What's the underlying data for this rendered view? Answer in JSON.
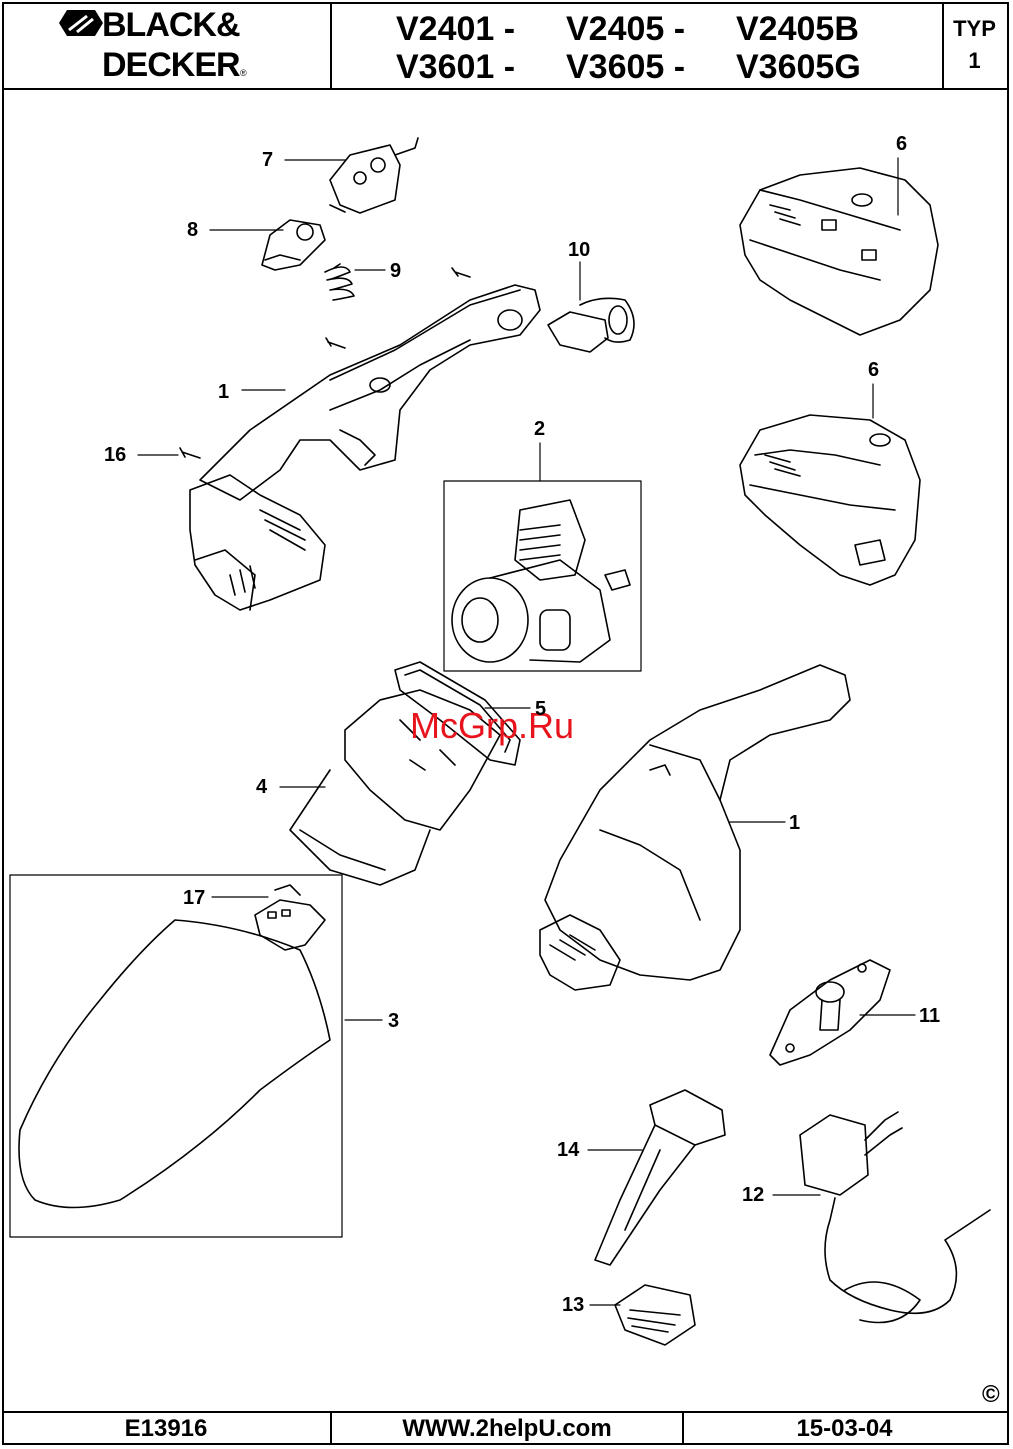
{
  "brand": {
    "line1": "BLACK&",
    "line2": "DECKER",
    "reg": "®"
  },
  "header": {
    "models_row1": [
      "V2401 -",
      "V2405 -",
      "V2405B"
    ],
    "models_row2": [
      "V3601 -",
      "V3605 -",
      "V3605G"
    ],
    "typ_label": "TYP",
    "typ_value": "1"
  },
  "callouts": {
    "c7": "7",
    "c8": "8",
    "c9": "9",
    "c10": "10",
    "c6a": "6",
    "c6b": "6",
    "c1a": "1",
    "c16": "16",
    "c2": "2",
    "c5": "5",
    "c4": "4",
    "c1b": "1",
    "c17": "17",
    "c3": "3",
    "c11": "11",
    "c14": "14",
    "c12": "12",
    "c13": "13"
  },
  "watermark": "McGrp.Ru",
  "copyright": "©",
  "footer": {
    "doc_code": "E13916",
    "website": "WWW.2helpU.com",
    "date": "15-03-04"
  }
}
